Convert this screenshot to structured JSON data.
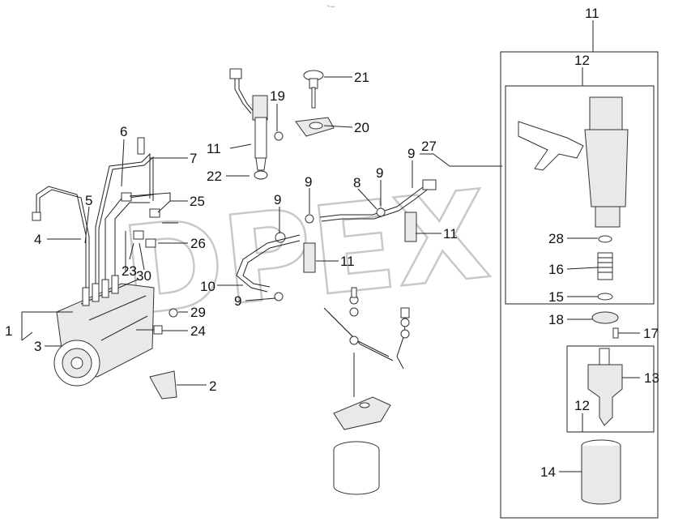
{
  "header": {
    "tiny_text": "ᵐ₉ ₐₐₐ"
  },
  "watermark": {
    "text": "DPEX",
    "color": "#c8c8c8"
  },
  "callouts": [
    {
      "id": "c1",
      "text": "1"
    },
    {
      "id": "c2",
      "text": "2"
    },
    {
      "id": "c3",
      "text": "3"
    },
    {
      "id": "c4",
      "text": "4"
    },
    {
      "id": "c5",
      "text": "5"
    },
    {
      "id": "c6",
      "text": "6"
    },
    {
      "id": "c7",
      "text": "7"
    },
    {
      "id": "c8",
      "text": "8"
    },
    {
      "id": "c9a",
      "text": "9"
    },
    {
      "id": "c9b",
      "text": "9"
    },
    {
      "id": "c9c",
      "text": "9"
    },
    {
      "id": "c9d",
      "text": "9"
    },
    {
      "id": "c9e",
      "text": "9"
    },
    {
      "id": "c10",
      "text": "10"
    },
    {
      "id": "c11a",
      "text": "11"
    },
    {
      "id": "c11b",
      "text": "11"
    },
    {
      "id": "c11c",
      "text": "11"
    },
    {
      "id": "c11d",
      "text": "11"
    },
    {
      "id": "c12",
      "text": "12"
    },
    {
      "id": "c12b",
      "text": "12"
    },
    {
      "id": "c13",
      "text": "13"
    },
    {
      "id": "c14",
      "text": "14"
    },
    {
      "id": "c15",
      "text": "15"
    },
    {
      "id": "c16",
      "text": "16"
    },
    {
      "id": "c17",
      "text": "17"
    },
    {
      "id": "c18",
      "text": "18"
    },
    {
      "id": "c19",
      "text": "19"
    },
    {
      "id": "c20",
      "text": "20"
    },
    {
      "id": "c21",
      "text": "21"
    },
    {
      "id": "c22",
      "text": "22"
    },
    {
      "id": "c23",
      "text": "23"
    },
    {
      "id": "c24",
      "text": "24"
    },
    {
      "id": "c25",
      "text": "25"
    },
    {
      "id": "c26",
      "text": "26"
    },
    {
      "id": "c27",
      "text": "27"
    },
    {
      "id": "c28",
      "text": "28"
    },
    {
      "id": "c29",
      "text": "29"
    },
    {
      "id": "c30",
      "text": "30"
    }
  ]
}
